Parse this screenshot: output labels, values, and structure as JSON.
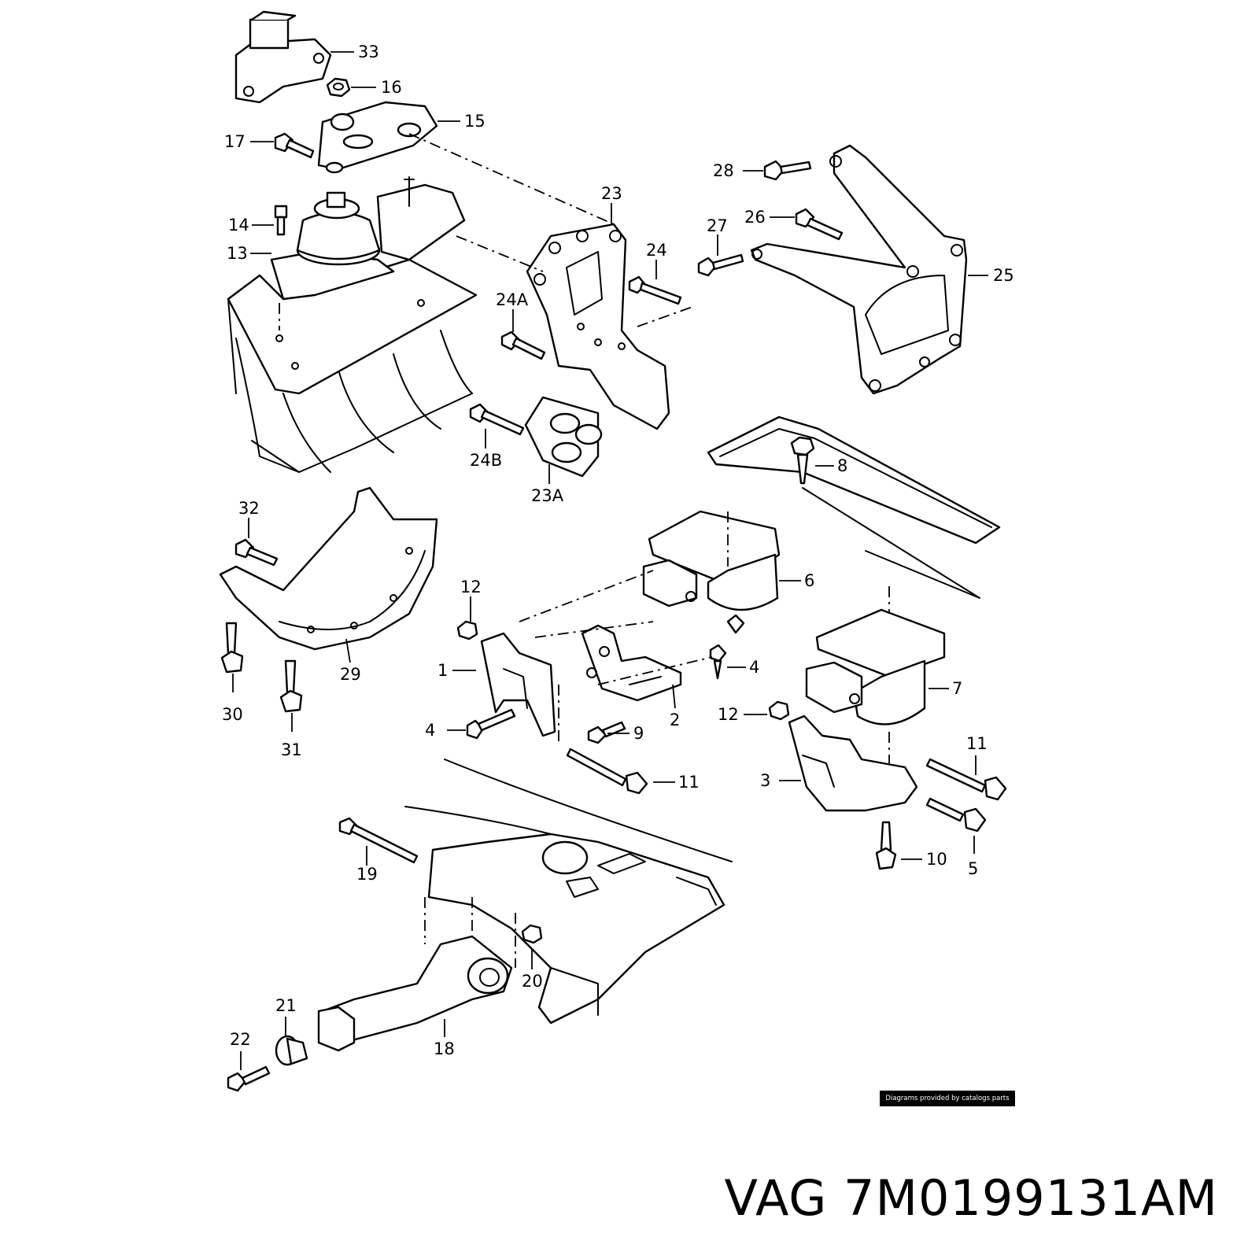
{
  "diagram": {
    "callouts": [
      {
        "id": "p33",
        "label": "33"
      },
      {
        "id": "p16",
        "label": "16"
      },
      {
        "id": "p15",
        "label": "15"
      },
      {
        "id": "p17",
        "label": "17"
      },
      {
        "id": "p23",
        "label": "23"
      },
      {
        "id": "p28",
        "label": "28"
      },
      {
        "id": "p26",
        "label": "26"
      },
      {
        "id": "p27",
        "label": "27"
      },
      {
        "id": "p25",
        "label": "25"
      },
      {
        "id": "p14",
        "label": "14"
      },
      {
        "id": "p13",
        "label": "13"
      },
      {
        "id": "p24",
        "label": "24"
      },
      {
        "id": "p24A",
        "label": "24A"
      },
      {
        "id": "p24B",
        "label": "24B"
      },
      {
        "id": "p23A",
        "label": "23A"
      },
      {
        "id": "p8",
        "label": "8"
      },
      {
        "id": "p32",
        "label": "32"
      },
      {
        "id": "p6",
        "label": "6"
      },
      {
        "id": "p12a",
        "label": "12"
      },
      {
        "id": "p4a",
        "label": "4"
      },
      {
        "id": "p1",
        "label": "1"
      },
      {
        "id": "p29",
        "label": "29"
      },
      {
        "id": "p30",
        "label": "30"
      },
      {
        "id": "p31",
        "label": "31"
      },
      {
        "id": "p7",
        "label": "7"
      },
      {
        "id": "p2",
        "label": "2"
      },
      {
        "id": "p12b",
        "label": "12"
      },
      {
        "id": "p4b",
        "label": "4"
      },
      {
        "id": "p9",
        "label": "9"
      },
      {
        "id": "p11a",
        "label": "11"
      },
      {
        "id": "p11b",
        "label": "11"
      },
      {
        "id": "p3",
        "label": "3"
      },
      {
        "id": "p10",
        "label": "10"
      },
      {
        "id": "p5",
        "label": "5"
      },
      {
        "id": "p19",
        "label": "19"
      },
      {
        "id": "p20",
        "label": "20"
      },
      {
        "id": "p21",
        "label": "21"
      },
      {
        "id": "p22",
        "label": "22"
      },
      {
        "id": "p18",
        "label": "18"
      }
    ]
  },
  "credit": "Diagrams provided by catalogs parts",
  "part_number": "VAG 7M0199131AM",
  "colors": {
    "ink": "#000000",
    "paper": "#ffffff"
  }
}
